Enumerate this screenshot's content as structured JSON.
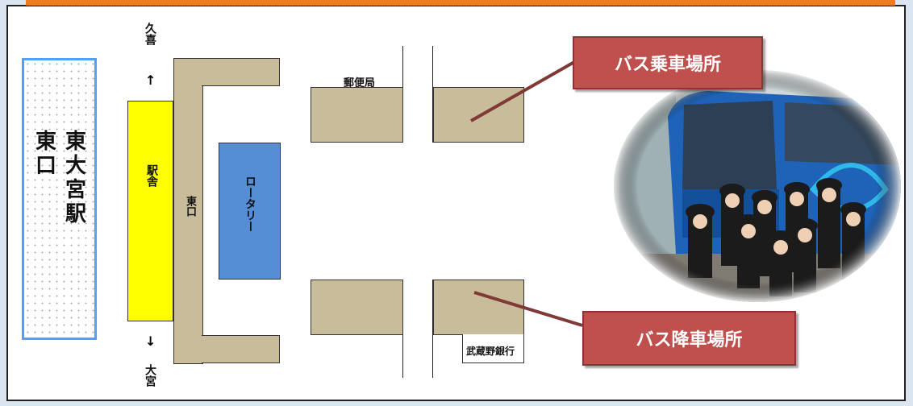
{
  "station": {
    "label": "東大宮駅　東口"
  },
  "building": {
    "label": "駅舎"
  },
  "east_exit": {
    "label": "東口"
  },
  "rotary": {
    "label": "ロータリー"
  },
  "directions": {
    "north_label": "久喜",
    "north_arrow": "↑",
    "south_arrow": "↓",
    "south_label": "大宮"
  },
  "landmarks": {
    "post_office": "郵便局",
    "bank": "武蔵野銀行"
  },
  "callouts": {
    "boarding": "バス乗車場所",
    "alighting": "バス降車場所"
  },
  "colors": {
    "station_border": "#4fa3f7",
    "building_fill": "#ffff00",
    "rotary_fill": "#558ed5",
    "block_fill": "#c8bc9a",
    "callout_fill": "#c0504d",
    "pointer_line": "#7f3a38"
  }
}
